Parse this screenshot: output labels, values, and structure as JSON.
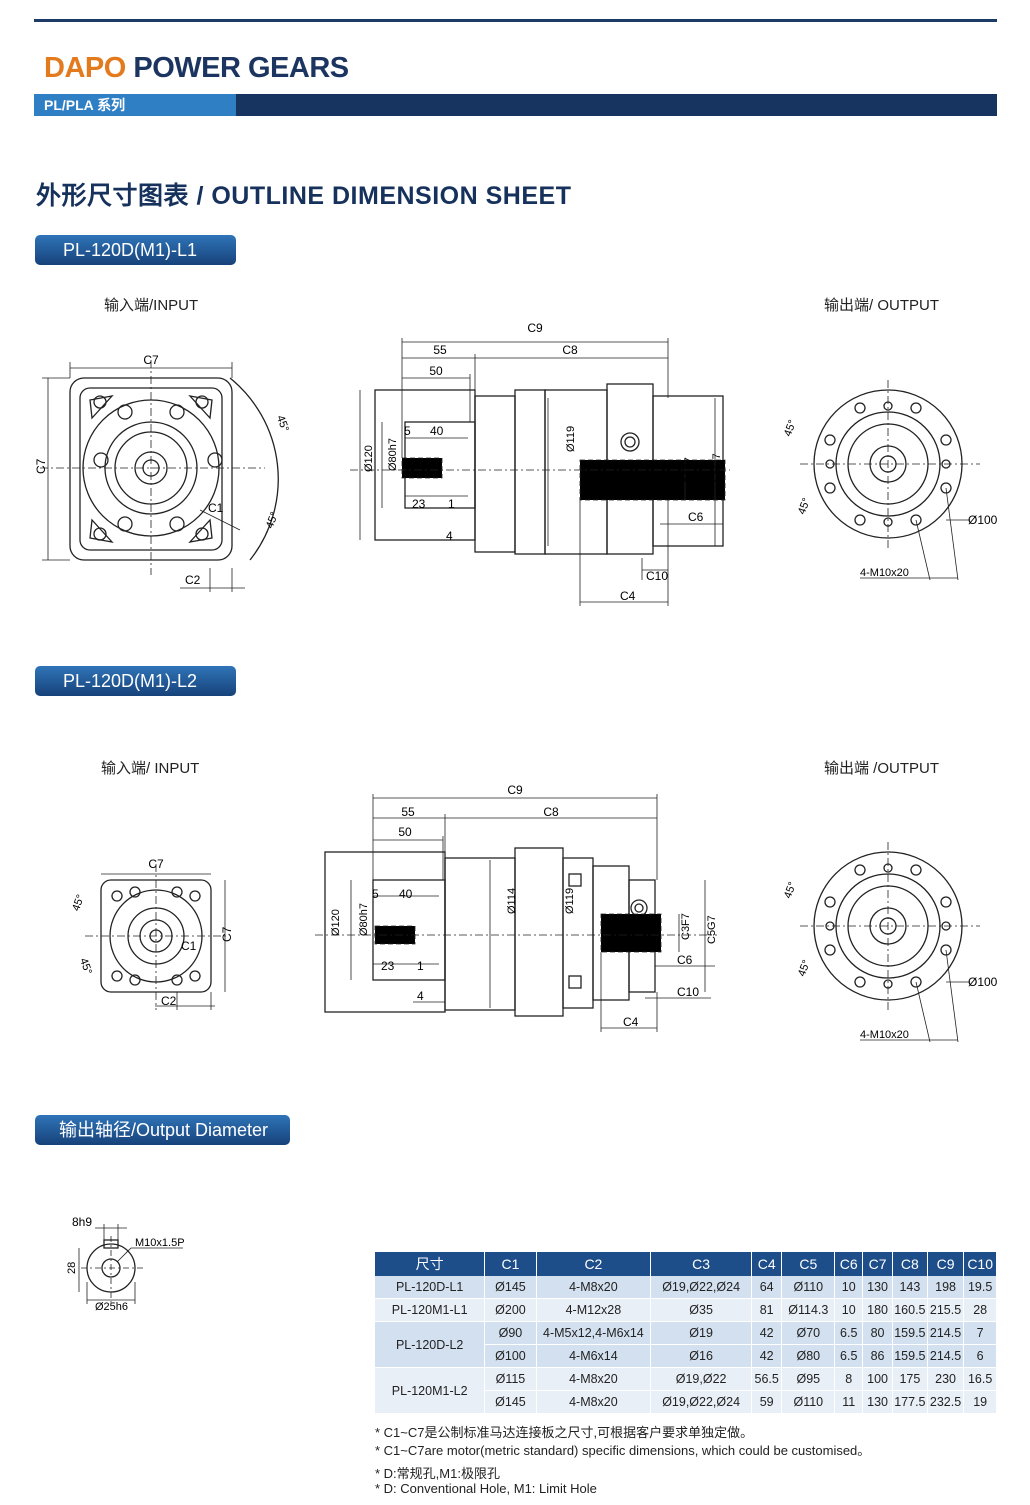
{
  "header": {
    "brand_orange": "DAPO",
    "brand_blue": "POWER GEARS",
    "series": "PL/PLA 系列"
  },
  "section_title": "外形尺寸图表 / OUTLINE DIMENSION SHEET",
  "models": {
    "l1": {
      "title": "PL-120D(M1)-L1",
      "input_label": "输入端/INPUT",
      "output_label": "输出端/ OUTPUT"
    },
    "l2": {
      "title": "PL-120D(M1)-L2",
      "input_label": "输入端/ INPUT",
      "output_label": "输出端 /OUTPUT"
    }
  },
  "dims": {
    "c1": "C1",
    "c2": "C2",
    "c3": "C3F7",
    "c4": "C4",
    "c5": "C5G7",
    "c6": "C6",
    "c7": "C7",
    "c8": "C8",
    "c9": "C9",
    "c10": "C10",
    "d55": "55",
    "d50": "50",
    "d40": "40",
    "d5": "5",
    "d23": "23",
    "d1": "1",
    "d4": "4",
    "phi120": "Ø120",
    "phi80": "Ø80h7",
    "phi119": "Ø119",
    "phi114": "Ø114",
    "phi100": "Ø100",
    "bolts": "4-M10x20",
    "angle": "45°"
  },
  "output_diameter": {
    "title": "输出轴径/Output Diameter",
    "key_width": "8h9",
    "thread": "M10x1.5P",
    "height": "28",
    "diameter": "Ø25h6"
  },
  "spec_table": {
    "headers": [
      "尺寸",
      "C1",
      "C2",
      "C3",
      "C4",
      "C5",
      "C6",
      "C7",
      "C8",
      "C9",
      "C10"
    ],
    "groups": [
      {
        "model": "PL-120D-L1",
        "rows": [
          [
            "Ø145",
            "4-M8x20",
            "Ø19,Ø22,Ø24",
            "64",
            "Ø110",
            "10",
            "130",
            "143",
            "198",
            "19.5"
          ]
        ]
      },
      {
        "model": "PL-120M1-L1",
        "rows": [
          [
            "Ø200",
            "4-M12x28",
            "Ø35",
            "81",
            "Ø114.3",
            "10",
            "180",
            "160.5",
            "215.5",
            "28"
          ]
        ]
      },
      {
        "model": "PL-120D-L2",
        "rows": [
          [
            "Ø90",
            "4-M5x12,4-M6x14",
            "Ø19",
            "42",
            "Ø70",
            "6.5",
            "80",
            "159.5",
            "214.5",
            "7"
          ],
          [
            "Ø100",
            "4-M6x14",
            "Ø16",
            "42",
            "Ø80",
            "6.5",
            "86",
            "159.5",
            "214.5",
            "6"
          ]
        ]
      },
      {
        "model": "PL-120M1-L2",
        "rows": [
          [
            "Ø115",
            "4-M8x20",
            "Ø19,Ø22",
            "56.5",
            "Ø95",
            "8",
            "100",
            "175",
            "230",
            "16.5"
          ],
          [
            "Ø145",
            "4-M8x20",
            "Ø19,Ø22,Ø24",
            "59",
            "Ø110",
            "11",
            "130",
            "177.5",
            "232.5",
            "19"
          ]
        ]
      }
    ]
  },
  "notes": [
    "* C1~C7是公制标准马达连接板之尺寸,可根据客户要求单独定做。",
    "* C1~C7are motor(metric standard)  specific dimensions, which could be customised。",
    "* D:常规孔,M1:极限孔",
    "* D: Conventional Hole, M1: Limit Hole"
  ],
  "colors": {
    "navy": "#17335f",
    "accent_blue": "#2f7fc4",
    "orange": "#e47a1e",
    "table_header": "#1d4e8a"
  }
}
